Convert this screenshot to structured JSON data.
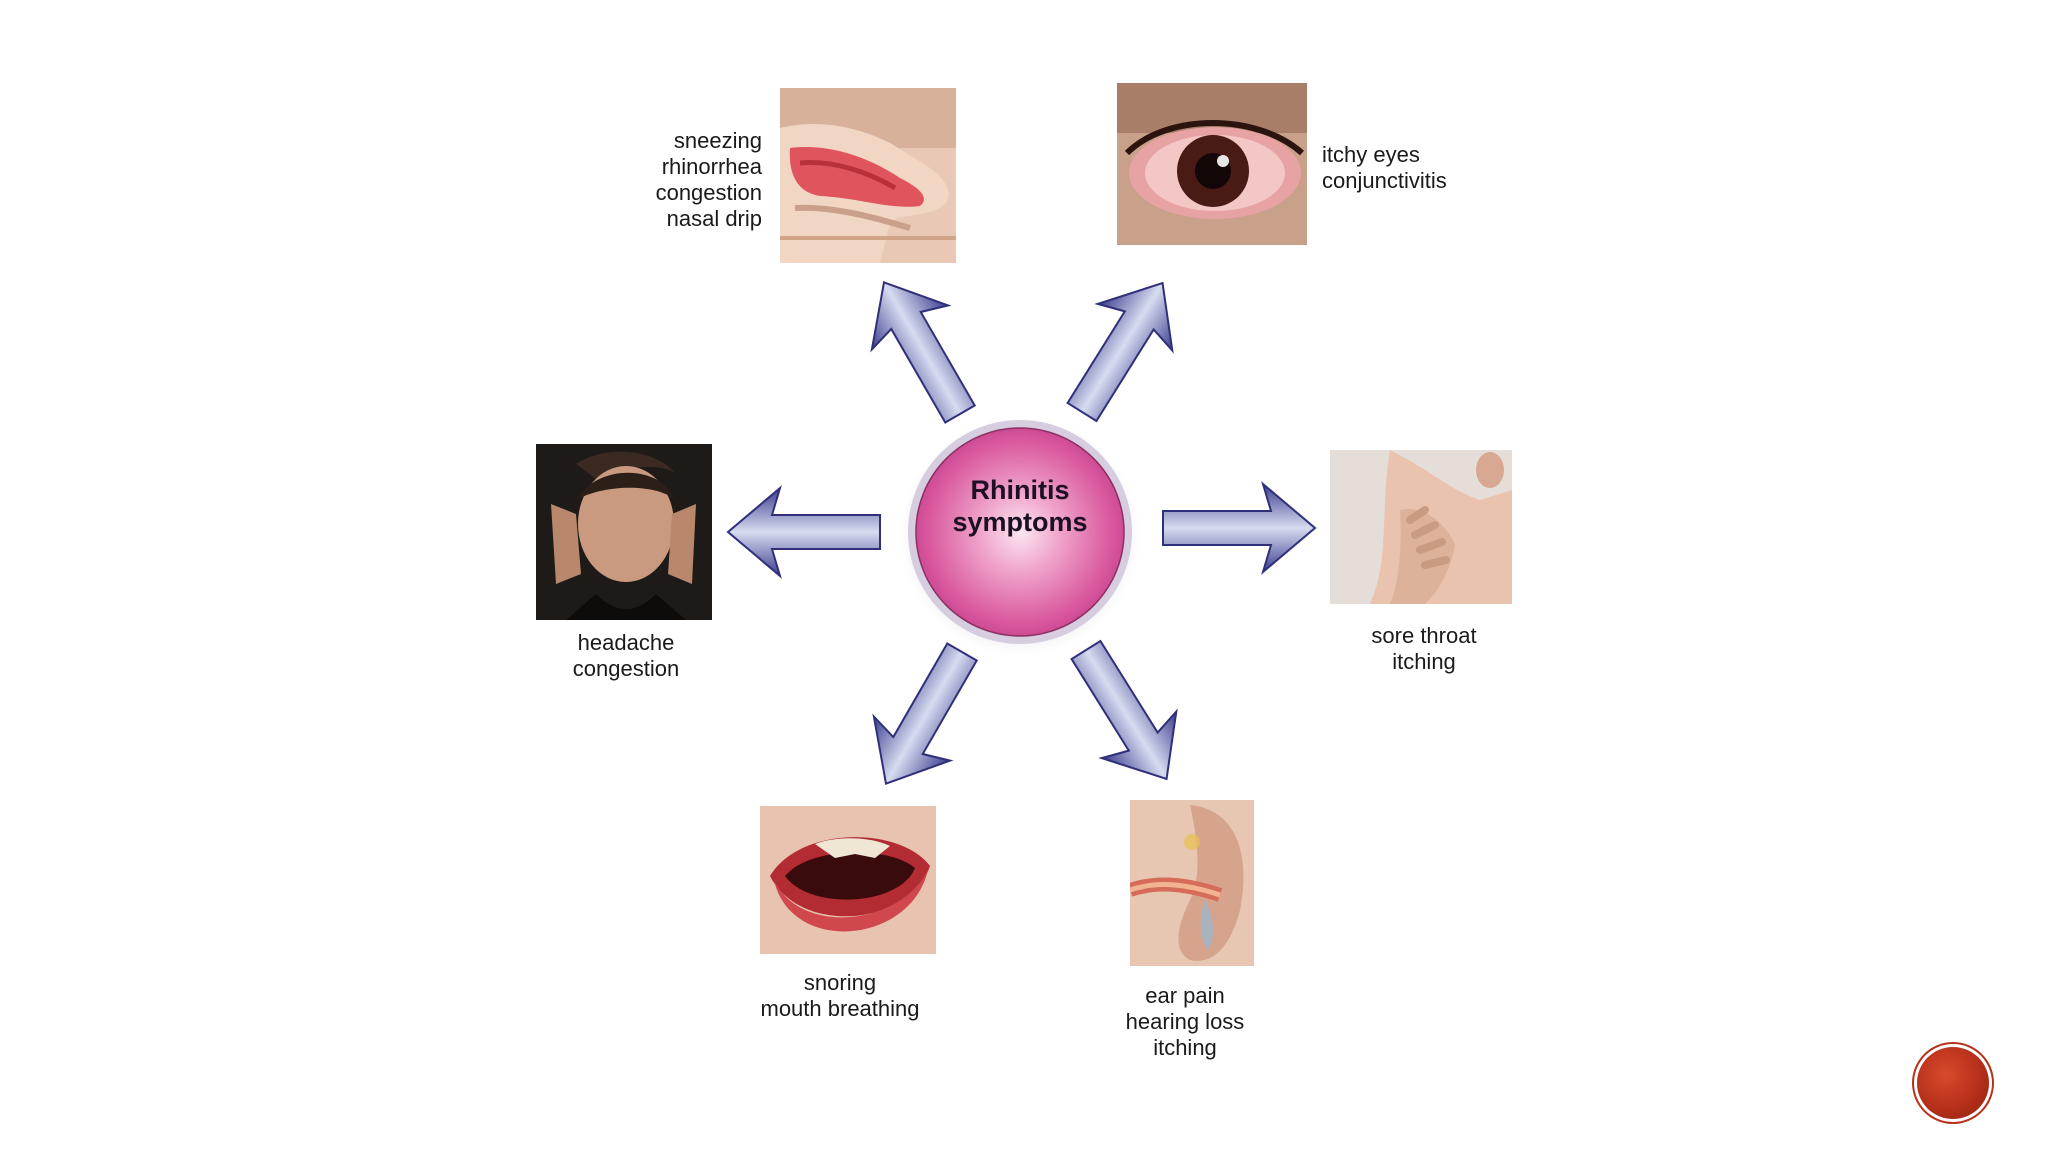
{
  "diagram": {
    "center": {
      "title_lines": [
        "Rhinitis",
        "symptoms"
      ],
      "fill": "#d9589e"
    },
    "arrow_color": "#4a4b9c",
    "nodes": {
      "nose": {
        "lines": [
          "sneezing",
          "rhinorrhea",
          "congestion",
          "nasal drip"
        ]
      },
      "eye": {
        "lines": [
          "itchy eyes",
          "conjunctivitis"
        ]
      },
      "head": {
        "lines": [
          "headache",
          "congestion"
        ]
      },
      "throat": {
        "lines": [
          "sore throat",
          "itching"
        ]
      },
      "mouth": {
        "lines": [
          "snoring",
          "mouth breathing"
        ]
      },
      "ear": {
        "lines": [
          "ear pain",
          "hearing loss",
          "itching"
        ]
      }
    }
  },
  "controls": {
    "slide_button_color": "#b6301a"
  }
}
